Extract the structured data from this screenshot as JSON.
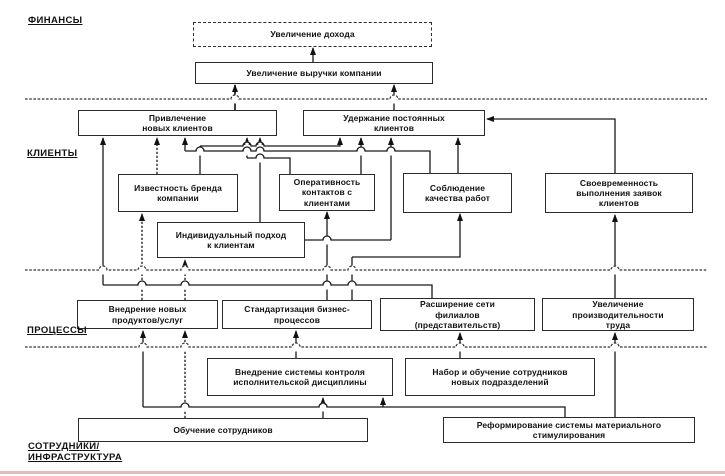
{
  "diagram": {
    "kind": "strategy-map",
    "line_color": "#1a1a1a",
    "box_border_color": "#2b2b2b",
    "background_color": "#ffffff"
  },
  "sections": [
    {
      "id": "finance",
      "label": "ФИНАНСЫ"
    },
    {
      "id": "clients",
      "label": "КЛИЕНТЫ"
    },
    {
      "id": "processes",
      "label": "ПРОЦЕССЫ"
    },
    {
      "id": "staff",
      "label": "СОТРУДНИКИ/\nИНФРАСТРУКТУРА"
    }
  ],
  "nodes": [
    {
      "id": "n1",
      "text": "Увеличение дохода"
    },
    {
      "id": "n2",
      "text": "Увеличение выручки компании"
    },
    {
      "id": "n3",
      "text": "Привлечение\nновых клиентов"
    },
    {
      "id": "n4",
      "text": "Удержание постоянных\nклиентов"
    },
    {
      "id": "n5",
      "text": "Известность бренда\nкомпании"
    },
    {
      "id": "n6",
      "text": "Оперативность\nконтактов с\nклиентами"
    },
    {
      "id": "n7",
      "text": "Соблюдение\nкачества работ"
    },
    {
      "id": "n8",
      "text": "Своевременность\nвыполнения заявок\nклиентов"
    },
    {
      "id": "n9",
      "text": "Индивидуальный подход\nк клиентам"
    },
    {
      "id": "n10",
      "text": "Внедрение новых\nпродуктов/услуг"
    },
    {
      "id": "n11",
      "text": "Стандартизация бизнес-\nпроцессов"
    },
    {
      "id": "n12",
      "text": "Расширение сети\nфилиалов\n(представительств)"
    },
    {
      "id": "n13",
      "text": "Увеличение\nпроизводительности\nтруда"
    },
    {
      "id": "n14",
      "text": "Внедрение системы контроля\nисполнительской дисциплины"
    },
    {
      "id": "n15",
      "text": "Набор и обучение сотрудников\nновых подразделений"
    },
    {
      "id": "n16",
      "text": "Обучение сотрудников"
    },
    {
      "id": "n17",
      "text": "Реформирование системы материального\nстимулирования"
    }
  ]
}
